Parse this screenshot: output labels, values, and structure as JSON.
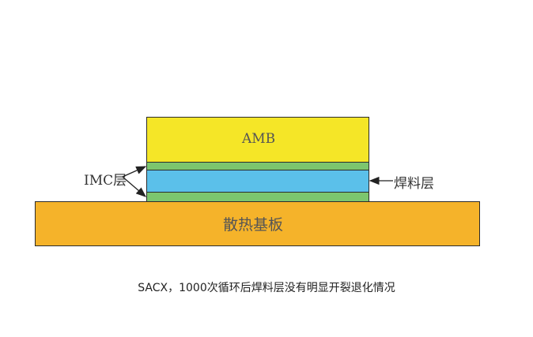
{
  "layers": {
    "amb": {
      "label": "AMB",
      "color": "#f5e627"
    },
    "imc_top": {
      "color": "#7cc66e"
    },
    "solder": {
      "color": "#5bc0ea"
    },
    "imc_bottom": {
      "color": "#7cc66e"
    },
    "substrate": {
      "label": "散热基板",
      "color": "#f5b32a"
    }
  },
  "annotations": {
    "imc_label": "IMC层",
    "solder_label": "焊料层"
  },
  "caption": "SACX，1000次循环后焊料层没有明显开裂退化情况"
}
